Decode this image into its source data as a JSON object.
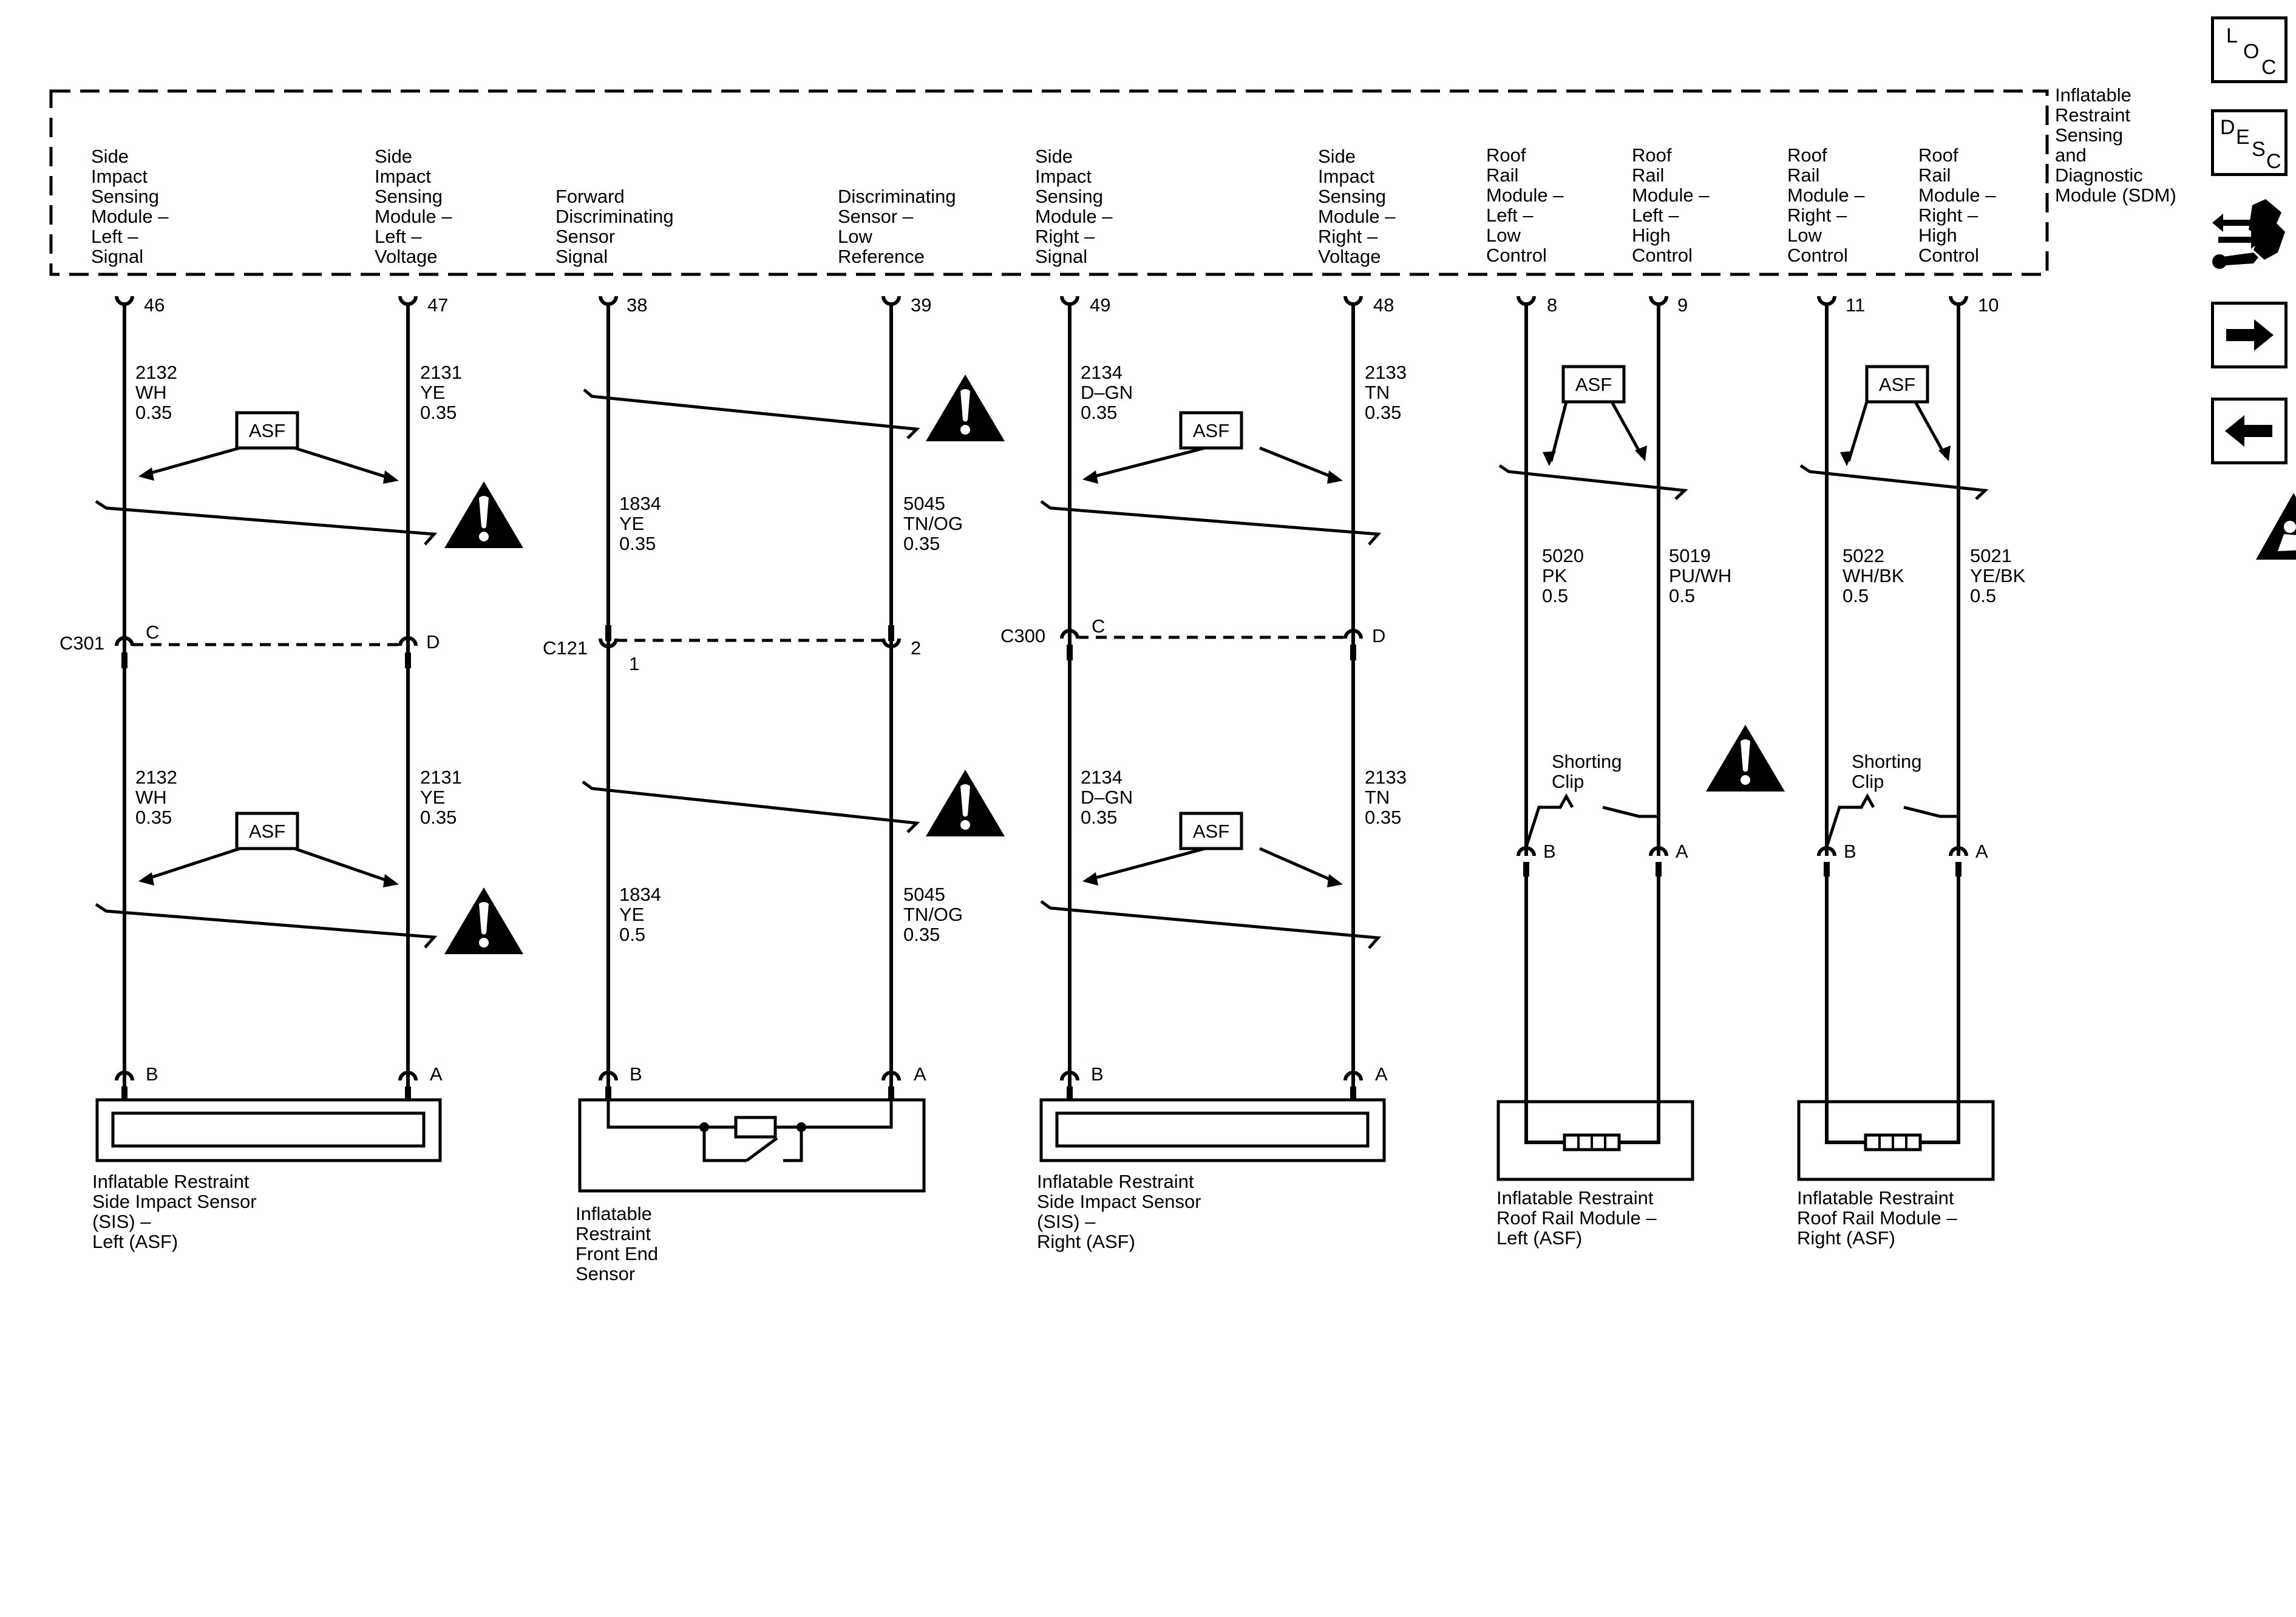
{
  "sdm": {
    "name_lines": [
      "Inflatable",
      "Restraint",
      "Sensing",
      "and",
      "Diagnostic",
      "Module (SDM)"
    ],
    "pins": [
      {
        "label_lines": [
          "Side",
          "Impact",
          "Sensing",
          "Module –",
          "Left –",
          "Signal"
        ],
        "pin": "46"
      },
      {
        "label_lines": [
          "Side",
          "Impact",
          "Sensing",
          "Module –",
          "Left –",
          "Voltage"
        ],
        "pin": "47"
      },
      {
        "label_lines": [
          "Forward",
          "Discriminating",
          "Sensor",
          "Signal"
        ],
        "pin": "38"
      },
      {
        "label_lines": [
          "Discriminating",
          "Sensor –",
          "Low",
          "Reference"
        ],
        "pin": "39"
      },
      {
        "label_lines": [
          "Side",
          "Impact",
          "Sensing",
          "Module –",
          "Right –",
          "Signal"
        ],
        "pin": "49"
      },
      {
        "label_lines": [
          "Side",
          "Impact",
          "Sensing",
          "Module –",
          "Right –",
          "Voltage"
        ],
        "pin": "48"
      },
      {
        "label_lines": [
          "Roof",
          "Rail",
          "Module –",
          "Left –",
          "Low",
          "Control"
        ],
        "pin": "8"
      },
      {
        "label_lines": [
          "Roof",
          "Rail",
          "Module –",
          "Left –",
          "High",
          "Control"
        ],
        "pin": "9"
      },
      {
        "label_lines": [
          "Roof",
          "Rail",
          "Module –",
          "Right –",
          "Low",
          "Control"
        ],
        "pin": "11"
      },
      {
        "label_lines": [
          "Roof",
          "Rail",
          "Module –",
          "Right –",
          "High",
          "Control"
        ],
        "pin": "10"
      }
    ]
  },
  "wires": {
    "upper": [
      [
        "2132",
        "WH",
        "0.35"
      ],
      [
        "2131",
        "YE",
        "0.35"
      ],
      [
        "1834",
        "YE",
        "0.35"
      ],
      [
        "5045",
        "TN/OG",
        "0.35"
      ],
      [
        "2134",
        "D–GN",
        "0.35"
      ],
      [
        "2133",
        "TN",
        "0.35"
      ],
      [
        "5020",
        "PK",
        "0.5"
      ],
      [
        "5019",
        "PU/WH",
        "0.5"
      ],
      [
        "5022",
        "WH/BK",
        "0.5"
      ],
      [
        "5021",
        "YE/BK",
        "0.5"
      ]
    ],
    "lower": [
      [
        "2132",
        "WH",
        "0.35"
      ],
      [
        "2131",
        "YE",
        "0.35"
      ],
      [
        "1834",
        "YE",
        "0.5"
      ],
      [
        "5045",
        "TN/OG",
        "0.35"
      ],
      [
        "2134",
        "D–GN",
        "0.35"
      ],
      [
        "2133",
        "TN",
        "0.35"
      ]
    ]
  },
  "connectors": [
    {
      "name": "C301",
      "pins": [
        "C",
        "D"
      ]
    },
    {
      "name": "C121",
      "pins": [
        "1",
        "2"
      ]
    },
    {
      "name": "C300",
      "pins": [
        "C",
        "D"
      ]
    }
  ],
  "asf_label": "ASF",
  "shorting_clip": [
    "Shorting",
    "Clip"
  ],
  "component_pins": [
    [
      "B",
      "A"
    ],
    [
      "B",
      "A"
    ],
    [
      "B",
      "A"
    ],
    [
      "B",
      "A"
    ],
    [
      "B",
      "A"
    ]
  ],
  "components": [
    {
      "name_lines": [
        "Inflatable Restraint",
        "Side Impact Sensor",
        "(SIS) –",
        "Left (ASF)"
      ]
    },
    {
      "name_lines": [
        "Inflatable",
        "Restraint",
        "Front End",
        "Sensor"
      ]
    },
    {
      "name_lines": [
        "Inflatable Restraint",
        "Side Impact Sensor",
        "(SIS) –",
        "Right (ASF)"
      ]
    },
    {
      "name_lines": [
        "Inflatable Restraint",
        "Roof Rail Module –",
        "Left (ASF)"
      ]
    },
    {
      "name_lines": [
        "Inflatable Restraint",
        "Roof Rail Module –",
        "Right (ASF)"
      ]
    }
  ],
  "sidebar": {
    "loc": [
      "L",
      "O",
      "C"
    ],
    "desc": [
      "D",
      "E",
      "S",
      "C"
    ],
    "icons": [
      "connector-tool-icon",
      "next-arrow-icon",
      "previous-arrow-icon",
      "airbag-warning-icon"
    ]
  }
}
